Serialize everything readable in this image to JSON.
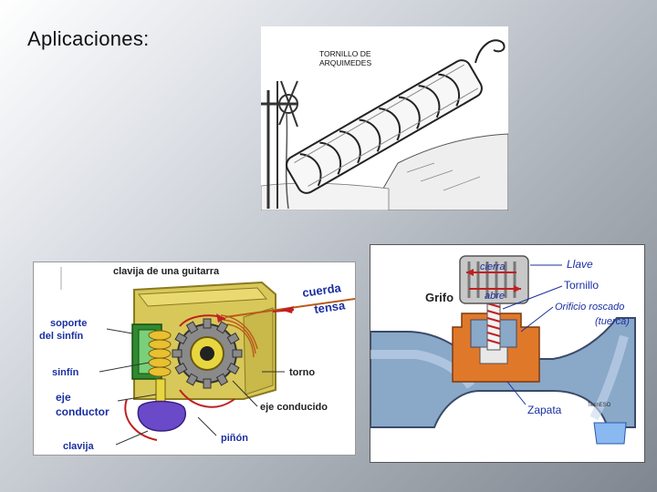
{
  "slide": {
    "title": "Aplicaciones:"
  },
  "archimedes": {
    "label_line1": "TORNILLO DE",
    "label_line2": "ARQUIMEDES"
  },
  "guitar": {
    "title": "clavija de una guitarra",
    "cuerda": "cuerda",
    "tensa": "tensa",
    "soporte_line1": "soporte",
    "soporte_line2": "del sinfín",
    "sinfin": "sinfín",
    "torno": "torno",
    "eje_conductor_line1": "eje",
    "eje_conductor_line2": "conductor",
    "eje_conducido": "eje conducido",
    "pinon": "piñón",
    "clavija": "clavija"
  },
  "tap": {
    "cierra": "cierra",
    "abre": "abre",
    "llave": "Llave",
    "tornillo": "Tornillo",
    "orificio_line1": "Orificio roscado",
    "orificio_line2": "(tuerca)",
    "grifo": "Grifo",
    "zapata": "Zapata",
    "brand": "TecnESO"
  }
}
